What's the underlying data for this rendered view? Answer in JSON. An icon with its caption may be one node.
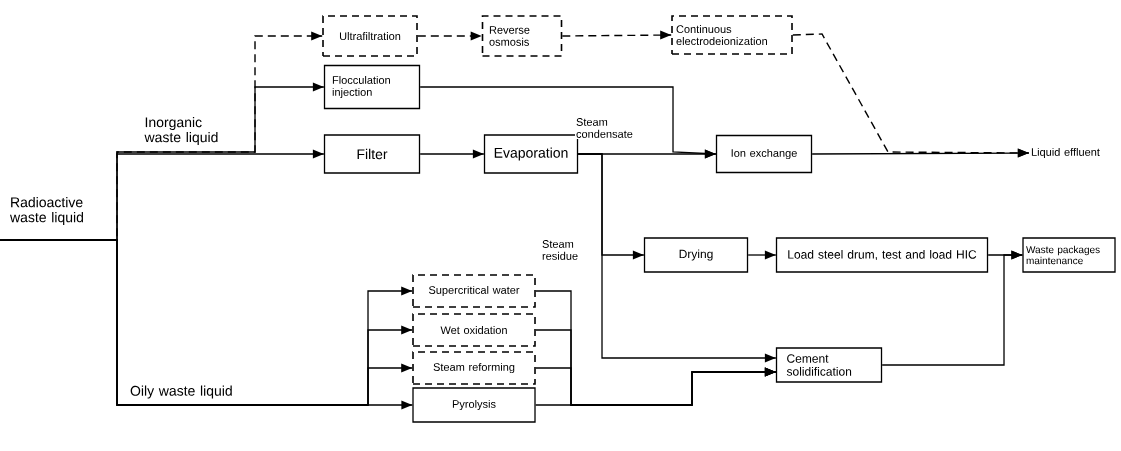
{
  "diagram": {
    "nodes": [
      {
        "text": [
          "Radioactive waste liquid"
        ]
      },
      {
        "text": [
          "Ultrafiltration"
        ]
      },
      {
        "text": [
          "Reverse osmosis"
        ]
      },
      {
        "text": [
          "Continuous electrodeionization"
        ]
      },
      {
        "text": [
          "Flocculation injection"
        ]
      },
      {
        "text": [
          "Filter"
        ]
      },
      {
        "text": [
          "Evaporation"
        ]
      },
      {
        "text": [
          "Ion exchange"
        ]
      },
      {
        "text": [
          "Liquid effluent"
        ]
      },
      {
        "text": [
          "Drying"
        ]
      },
      {
        "text": [
          "Load steel drum, test and load HIC"
        ]
      },
      {
        "text": [
          "Waste packages maintenance"
        ]
      },
      {
        "text": [
          "Supercritical water"
        ]
      },
      {
        "text": [
          "Wet oxidation"
        ]
      },
      {
        "text": [
          "Steam reforming"
        ]
      },
      {
        "text": [
          "Pyrolysis"
        ]
      },
      {
        "text": [
          "Cement solidification"
        ]
      }
    ],
    "edges": [
      {
        "from": 0,
        "to": 1,
        "arrow": "to",
        "style": "dashed"
      },
      {
        "from": 0,
        "to": 4,
        "arrow": "to"
      },
      {
        "from": 0,
        "to": 5,
        "arrow": "to",
        "label": "Inorganic waste liquid"
      },
      {
        "from": 1,
        "to": 2,
        "arrow": "to",
        "style": "dashed"
      },
      {
        "from": 2,
        "to": 3,
        "arrow": "to",
        "style": "dashed"
      },
      {
        "from": 3,
        "to": 8,
        "arrow": "to",
        "style": "dashed"
      },
      {
        "from": 4,
        "to": 7,
        "arrow": "to"
      },
      {
        "from": 5,
        "to": 6,
        "arrow": "to"
      },
      {
        "from": 6,
        "to": 7,
        "arrow": "to",
        "label": "Steam condensate"
      },
      {
        "from": 7,
        "to": 8,
        "arrow": "to"
      },
      {
        "from": 6,
        "to": 9,
        "arrow": "to",
        "label": "Steam residue"
      },
      {
        "from": 6,
        "to": 16,
        "arrow": "to"
      },
      {
        "from": 9,
        "to": 10,
        "arrow": "to"
      },
      {
        "from": 10,
        "to": 11,
        "arrow": "to"
      },
      {
        "from": 16,
        "to": 11,
        "arrow": "to"
      },
      {
        "from": 0,
        "to": 12,
        "arrow": "to"
      },
      {
        "from": 0,
        "to": 13,
        "arrow": "to"
      },
      {
        "from": 0,
        "to": 14,
        "arrow": "to"
      },
      {
        "from": 0,
        "to": 15,
        "arrow": "to",
        "label": "Oily waste liquid"
      },
      {
        "from": 12,
        "to": 16,
        "arrow": "to"
      },
      {
        "from": 13,
        "to": 16,
        "arrow": "to"
      },
      {
        "from": 14,
        "to": 16,
        "arrow": "to"
      },
      {
        "from": 15,
        "to": 16,
        "arrow": "to"
      }
    ]
  }
}
